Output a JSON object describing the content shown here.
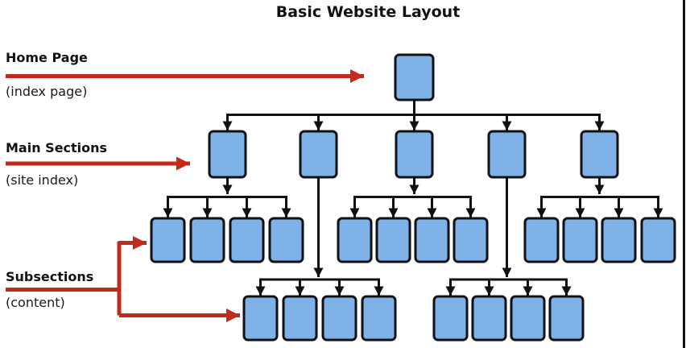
{
  "title": "Basic Website Layout",
  "annotations": {
    "home": {
      "label": "Home Page",
      "sublabel": "(index page)"
    },
    "main": {
      "label": "Main Sections",
      "sublabel": "(site index)"
    },
    "sub": {
      "label": "Subsections",
      "sublabel": "(content)"
    }
  },
  "colors": {
    "node_fill": "#7EB1E7",
    "node_border": "#111111",
    "connector_black": "#111111",
    "arrow_red": "#C22B1A",
    "background": "#FFFFFF"
  },
  "diagram": {
    "type": "site-hierarchy-tree",
    "levels": [
      {
        "name": "home-page",
        "node_count": 1
      },
      {
        "name": "main-sections",
        "node_count": 5
      },
      {
        "name": "subsections",
        "node_count": 20
      }
    ],
    "subsection_groups": [
      {
        "parent_main_section": 1,
        "children": 4,
        "row": "upper"
      },
      {
        "parent_main_section": 2,
        "children": 4,
        "row": "lower"
      },
      {
        "parent_main_section": 3,
        "children": 4,
        "row": "upper"
      },
      {
        "parent_main_section": 4,
        "children": 4,
        "row": "lower"
      },
      {
        "parent_main_section": 5,
        "children": 4,
        "row": "upper"
      }
    ]
  }
}
